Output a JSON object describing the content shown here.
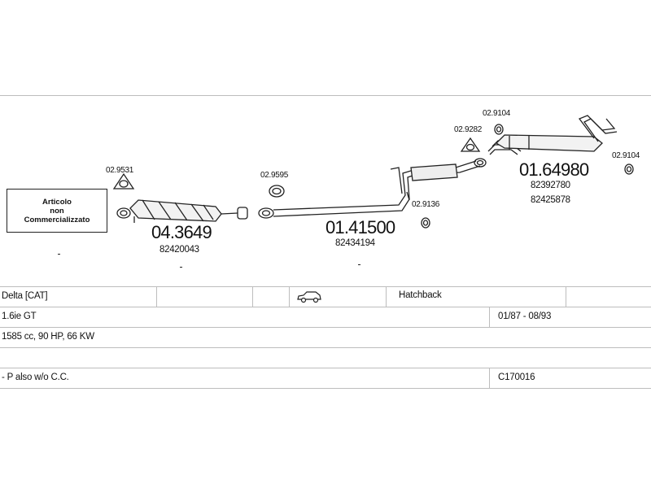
{
  "diagram": {
    "not_sold_label": {
      "line1": "Articolo",
      "line2": "non",
      "line3": "Commercializzato"
    },
    "parts": [
      {
        "code": "02.9531"
      },
      {
        "code": "04.3649",
        "oem": "82420043"
      },
      {
        "code": "02.9595"
      },
      {
        "code": "01.41500",
        "oem": "82434194"
      },
      {
        "code": "02.9136"
      },
      {
        "code": "02.9282"
      },
      {
        "code": "02.9104"
      },
      {
        "code": "01.64980",
        "oem1": "82392780",
        "oem2": "82425878"
      },
      {
        "code": "02.9104"
      }
    ]
  },
  "vehicle": {
    "model": "Delta [CAT]",
    "body_type": "Hatchback",
    "body_icon": "car-hatchback-icon",
    "engine": "1.6ie GT",
    "years": "01/87 - 08/93",
    "specs": "1585 cc, 90 HP, 66 KW",
    "note": "- P also w/o C.C.",
    "ref": "C170016"
  }
}
